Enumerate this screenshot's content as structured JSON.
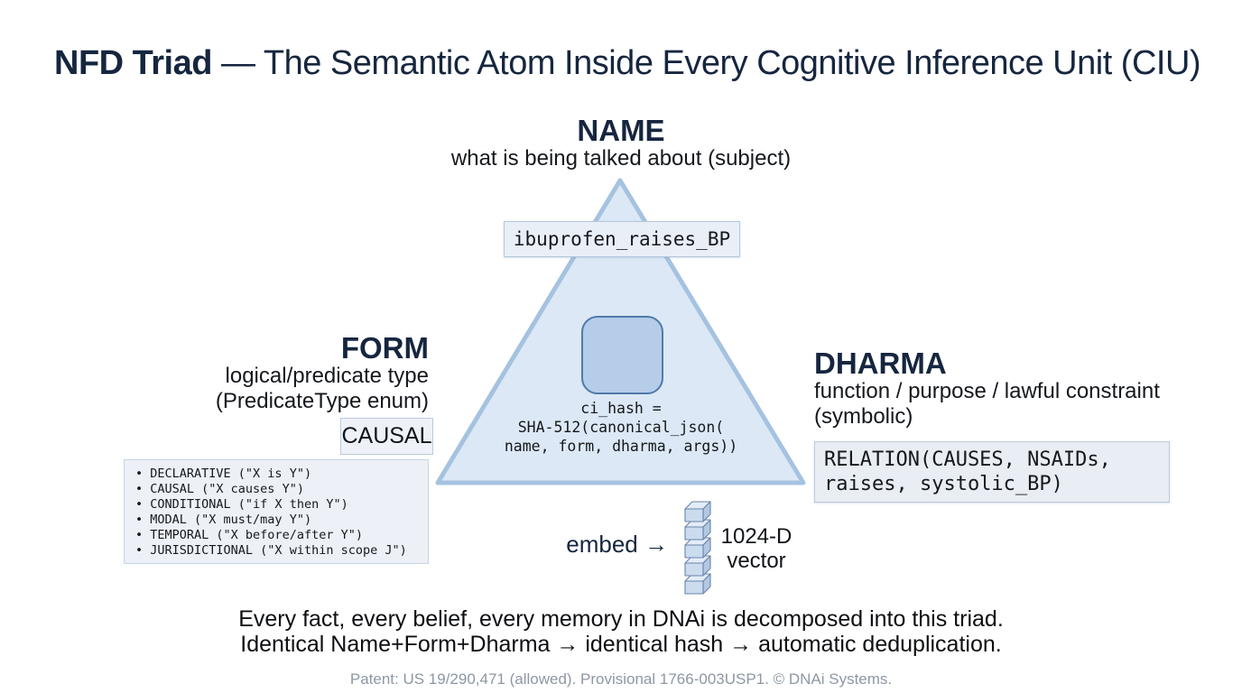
{
  "title": {
    "bold": "NFD Triad",
    "rest": " — The Semantic Atom Inside Every Cognitive Inference Unit (CIU)"
  },
  "name_section": {
    "heading": "NAME",
    "subtitle": "what is being talked about (subject)",
    "example": "ibuprofen_raises_BP"
  },
  "form_section": {
    "heading": "FORM",
    "subtitle": "logical/predicate type\n(PredicateType enum)",
    "example": "CAUSAL",
    "enum_items": [
      "DECLARATIVE (\"X is Y\")",
      "CAUSAL (\"X causes Y\")",
      "CONDITIONAL (\"if X then Y\")",
      "MODAL (\"X must/may Y\")",
      "TEMPORAL (\"X before/after Y\")",
      "JURISDICTIONAL (\"X within scope J\")"
    ]
  },
  "dharma_section": {
    "heading": "DHARMA",
    "subtitle": "function / purpose / lawful constraint\n(symbolic)",
    "example": "RELATION(CAUSES, NSAIDs,\nraises, systolic_BP)"
  },
  "center": {
    "hash_text": "ci_hash =\nSHA-512(canonical_json(\nname, form, dharma, args))"
  },
  "embed": {
    "label": "embed →",
    "vector_label": "1024-D\nvector"
  },
  "summary": {
    "line1": "Every fact, every belief, every memory in DNAi is decomposed into this triad.",
    "line2": "Identical Name+Form+Dharma → identical hash → automatic deduplication."
  },
  "footer": {
    "text": "Patent: US 19/290,471 (allowed). Provisional 1766-003USP1. © DNAi Systems."
  },
  "colors": {
    "heading_navy": "#16263f",
    "triangle_fill": "#dce8f5",
    "triangle_stroke": "#a5c2e0",
    "square_fill": "#b5cde9",
    "square_stroke": "#4f7aab",
    "box_bg": "#e9eff7",
    "box_border": "#b9cade",
    "cube_front": "#ccdcef",
    "cube_top": "#e3ecf8",
    "cube_side": "#b2c8e1",
    "cube_stroke": "#6a84a8",
    "footer_gray": "#8e97a6"
  }
}
